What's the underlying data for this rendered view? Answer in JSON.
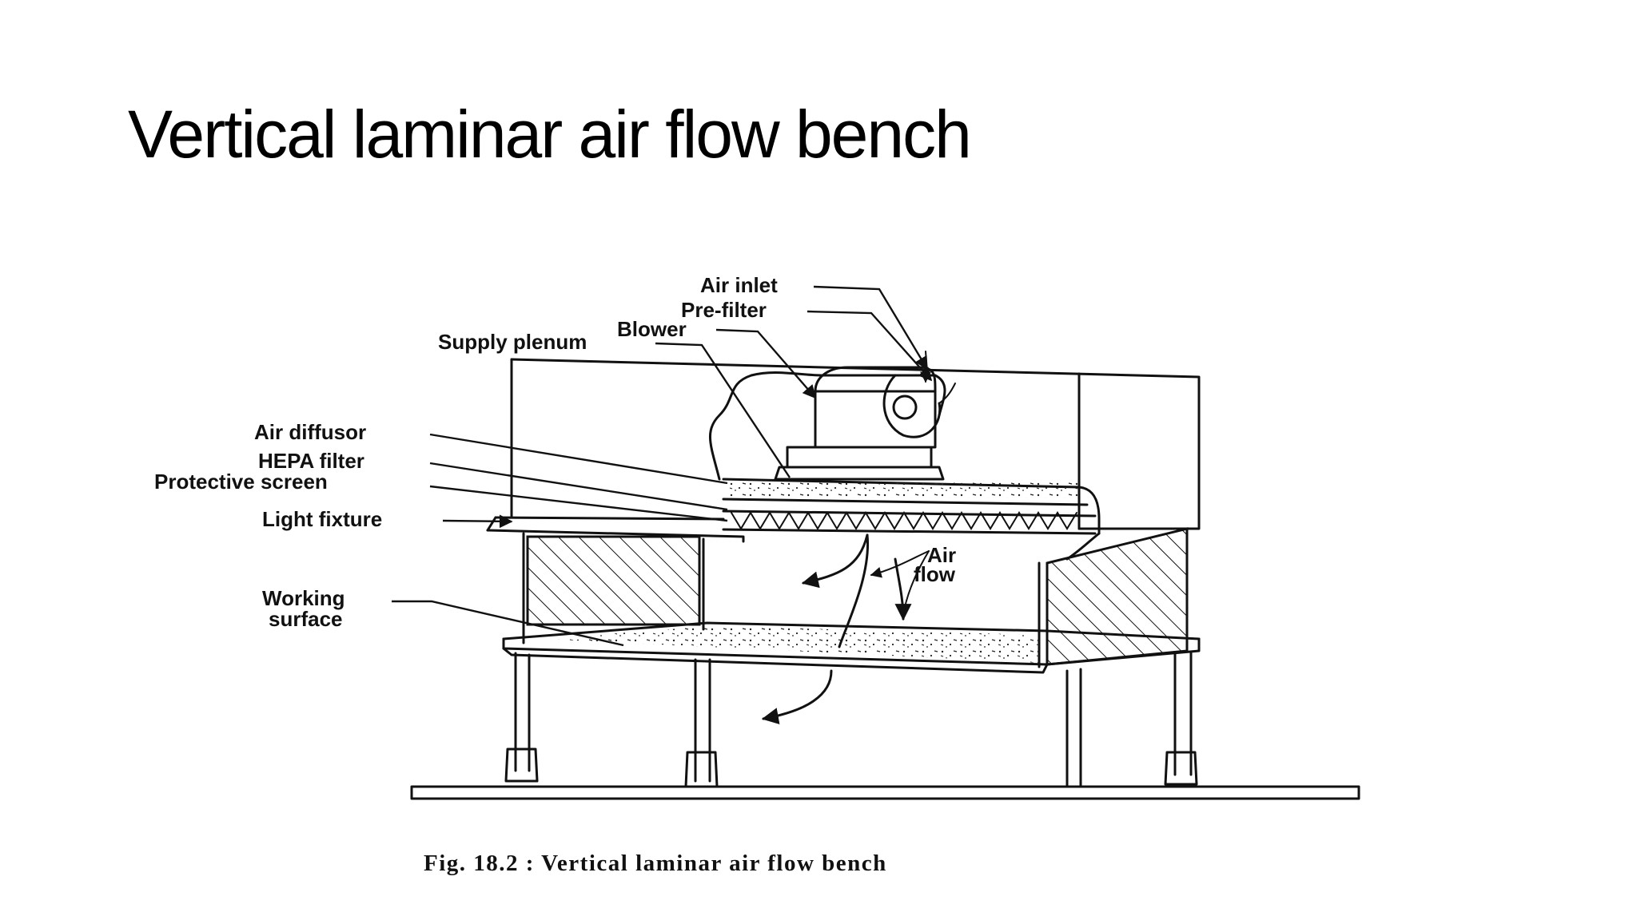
{
  "slide": {
    "title": "Vertical laminar air flow bench"
  },
  "diagram": {
    "labels": {
      "air_inlet": "Air inlet",
      "pre_filter": "Pre-filter",
      "blower": "Blower",
      "supply_plenum": "Supply plenum",
      "air_diffusor": "Air diffusor",
      "hepa_filter": "HEPA filter",
      "protective_screen": "Protective screen",
      "light_fixture": "Light fixture",
      "working_surface_line1": "Working",
      "working_surface_line2": "surface",
      "air_flow_line1": "Air",
      "air_flow_line2": "flow"
    },
    "caption": "Fig. 18.2 : Vertical laminar air flow bench"
  }
}
